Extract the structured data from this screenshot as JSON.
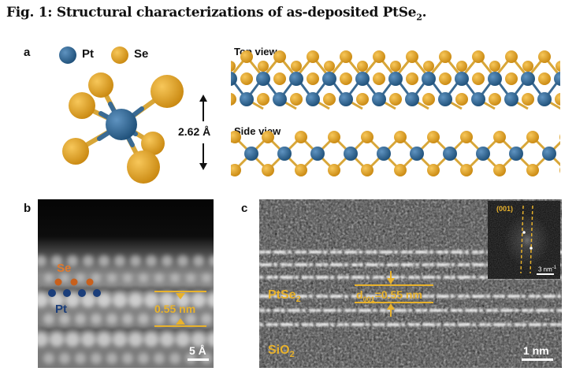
{
  "figure": {
    "title_main": "Fig. 1: Structural characterizations of as-deposited PtSe",
    "title_sub": "2",
    "title_end": "."
  },
  "panel_a": {
    "letter": "a",
    "legend": [
      {
        "label": "Pt",
        "color": "#2f6690"
      },
      {
        "label": "Se",
        "color": "#e8a21e"
      }
    ],
    "thickness_label": "2.62 Å",
    "top_view_label": "Top view",
    "side_view_label": "Side view"
  },
  "panel_b": {
    "letter": "b",
    "se_label": "Se",
    "pt_label": "Pt",
    "spacing_label": "0.55 nm",
    "scale_label": "5 Å",
    "se_dot_color": "#c8601c",
    "pt_dot_color": "#1b3e7a"
  },
  "panel_c": {
    "letter": "c",
    "material_main": "PtSe",
    "material_sub": "2",
    "substrate_main": "SiO",
    "substrate_sub": "2",
    "d_symbol": "d",
    "d_sub": "001",
    "d_value": "=0.55 nm",
    "scale_label": "1 nm",
    "inset_plane": "(001)",
    "inset_scale_main": "3 nm",
    "inset_scale_sup": "-1",
    "accent_color": "#e8b22c"
  }
}
